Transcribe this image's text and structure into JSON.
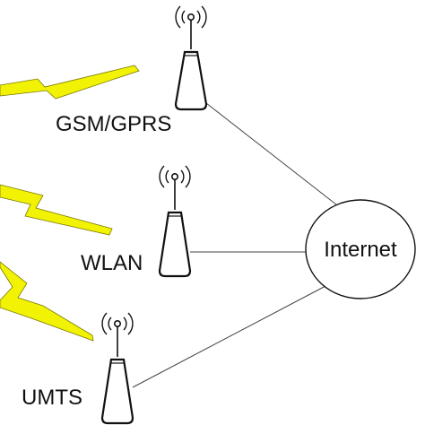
{
  "diagram": {
    "cloud_label": "Internet",
    "stations": [
      {
        "id": "gsm",
        "label": "GSM/GPRS"
      },
      {
        "id": "wlan",
        "label": "WLAN"
      },
      {
        "id": "umts",
        "label": "UMTS"
      }
    ]
  },
  "colors": {
    "bolt_fill": "#f2f205",
    "line": "#444444",
    "ink": "#111111",
    "background": "#ffffff"
  },
  "icons": [
    "radio-tower-icon",
    "signal-waves-icon",
    "lightning-bolt-icon",
    "internet-cloud-icon"
  ]
}
